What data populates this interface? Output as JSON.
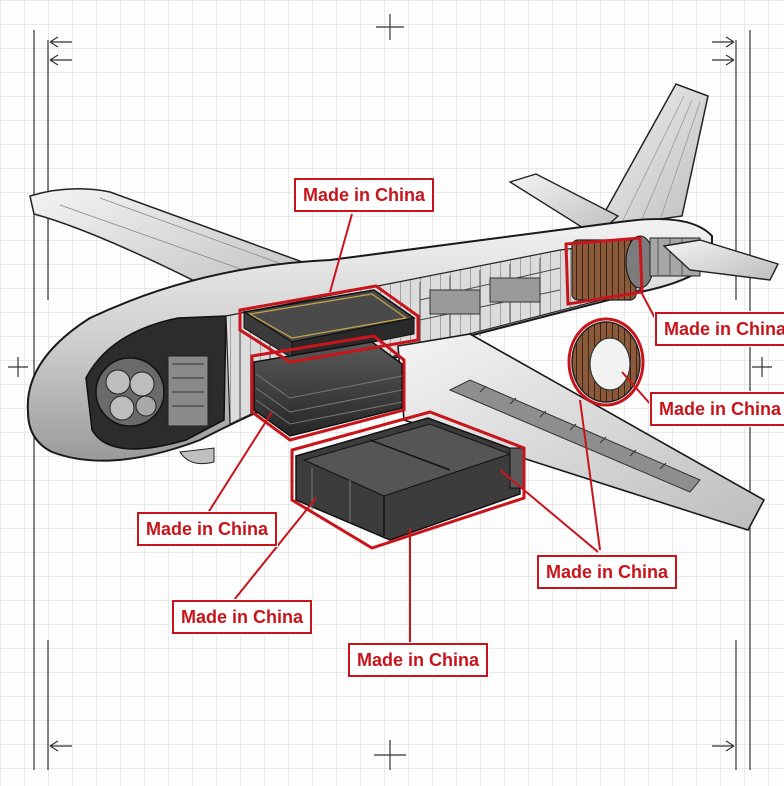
{
  "callouts": [
    {
      "id": "top",
      "label": "Made in China"
    },
    {
      "id": "motor-right",
      "label": "Made in China"
    },
    {
      "id": "ring-right",
      "label": "Made in China"
    },
    {
      "id": "left-mid",
      "label": "Made in China"
    },
    {
      "id": "right-lower",
      "label": "Made in China"
    },
    {
      "id": "left-low",
      "label": "Made in China"
    },
    {
      "id": "bottom",
      "label": "Made in China"
    }
  ],
  "colors": {
    "accent": "#c8151b",
    "metal_light": "#d9d9d9",
    "metal_dark": "#3a3a3a",
    "line": "#1a1a1a"
  }
}
